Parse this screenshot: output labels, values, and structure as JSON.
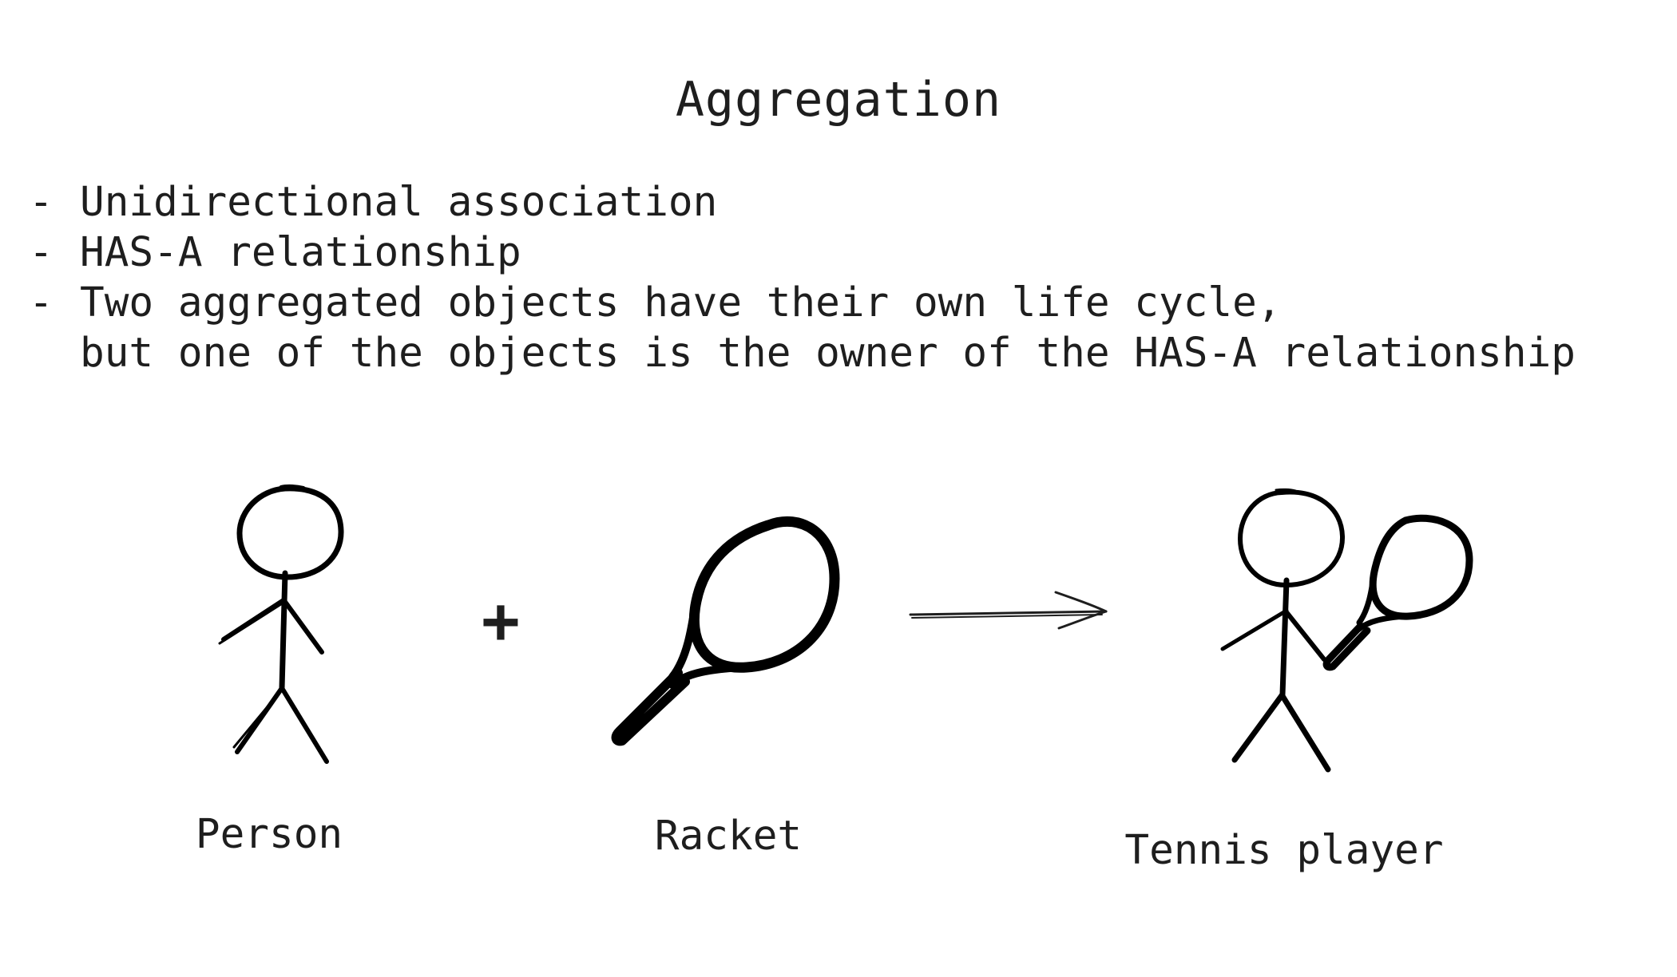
{
  "title": "Aggregation",
  "bullets": [
    {
      "lines": [
        "Unidirectional association"
      ]
    },
    {
      "lines": [
        "HAS-A relationship"
      ]
    },
    {
      "lines": [
        "Two aggregated objects have their own life cycle,",
        "but one of the objects is the owner of the HAS-A relationship"
      ]
    }
  ],
  "bullet_marker": "-",
  "operator": "+",
  "captions": {
    "person": "Person",
    "racket": "Racket",
    "tennis_player": "Tennis player"
  },
  "icons": {
    "person": "stick-figure-icon",
    "racket": "racket-icon",
    "arrow": "arrow-right-icon",
    "tennis_player": "tennis-player-icon"
  },
  "colors": {
    "ink": "#1e1e1e",
    "background": "#ffffff"
  }
}
